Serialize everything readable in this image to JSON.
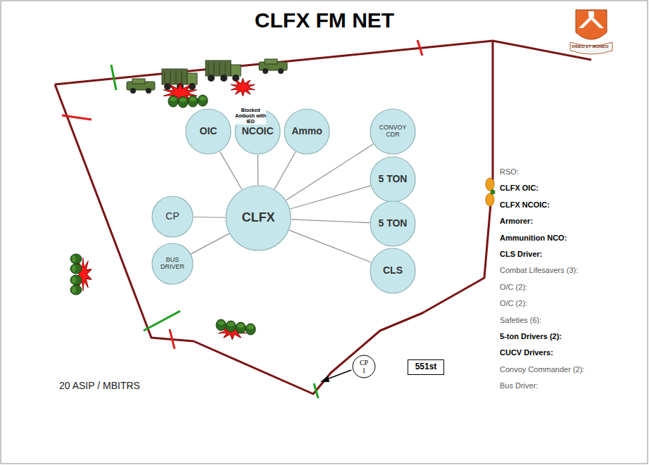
{
  "diagram": {
    "title": "CLFX FM NET",
    "nodes": [
      {
        "text": [
          "OIC"
        ]
      },
      {
        "text": [
          "NCOIC"
        ]
      },
      {
        "text": [
          "Ammo"
        ]
      },
      {
        "text": [
          "CONVOY CDR"
        ]
      },
      {
        "text": [
          "5 TON"
        ]
      },
      {
        "text": [
          "CP"
        ]
      },
      {
        "text": [
          "CLFX"
        ]
      },
      {
        "text": [
          "5 TON"
        ]
      },
      {
        "text": [
          "BUS DRIVER"
        ]
      },
      {
        "text": [
          "CLS"
        ]
      },
      {
        "text": [
          "CP 1"
        ]
      },
      {
        "text": [
          "551st"
        ]
      }
    ],
    "edges": [
      {
        "from": 6,
        "to": 0,
        "arrow": "none"
      },
      {
        "from": 6,
        "to": 1,
        "arrow": "none"
      },
      {
        "from": 6,
        "to": 2,
        "arrow": "none"
      },
      {
        "from": 6,
        "to": 3,
        "arrow": "none"
      },
      {
        "from": 6,
        "to": 4,
        "arrow": "none"
      },
      {
        "from": 6,
        "to": 7,
        "arrow": "none"
      },
      {
        "from": 6,
        "to": 9,
        "arrow": "none"
      },
      {
        "from": 6,
        "to": 8,
        "arrow": "none"
      },
      {
        "from": 6,
        "to": 5,
        "arrow": "none"
      }
    ],
    "labels": [
      "VIDEO ET MONEO",
      "Blocked Ambush with IED",
      "RSO:",
      "CLFX OIC:",
      "CLFX NCOIC:",
      "Armorer:",
      "Ammunition NCO:",
      "CLS Driver:",
      "Combat Lifesavers (3):",
      "O/C (2):",
      "O/C (2):",
      "Safeties (6):",
      "5-ton Drivers (2):",
      "CUCV Drivers:",
      "Convoy Commander (2):",
      "Bus Driver:",
      "20 ASIP / MBITRS"
    ]
  }
}
